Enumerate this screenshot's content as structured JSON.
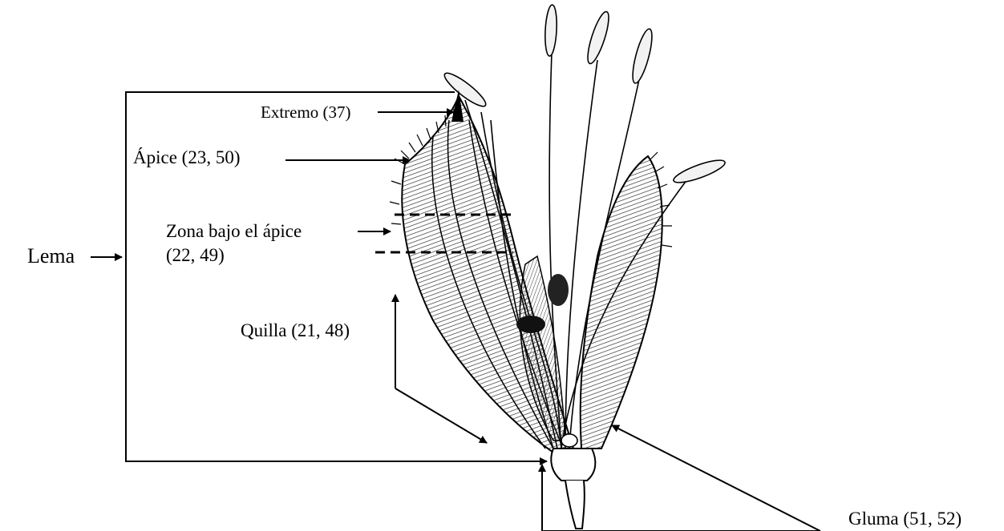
{
  "labels": {
    "extremo": "Extremo (37)",
    "apice": "Ápice (23, 50)",
    "zona_line1": "Zona bajo el ápice",
    "zona_line2": "(22, 49)",
    "quilla": "Quilla (21, 48)",
    "lema": "Lema",
    "gluma": "Gluma (51, 52)"
  }
}
